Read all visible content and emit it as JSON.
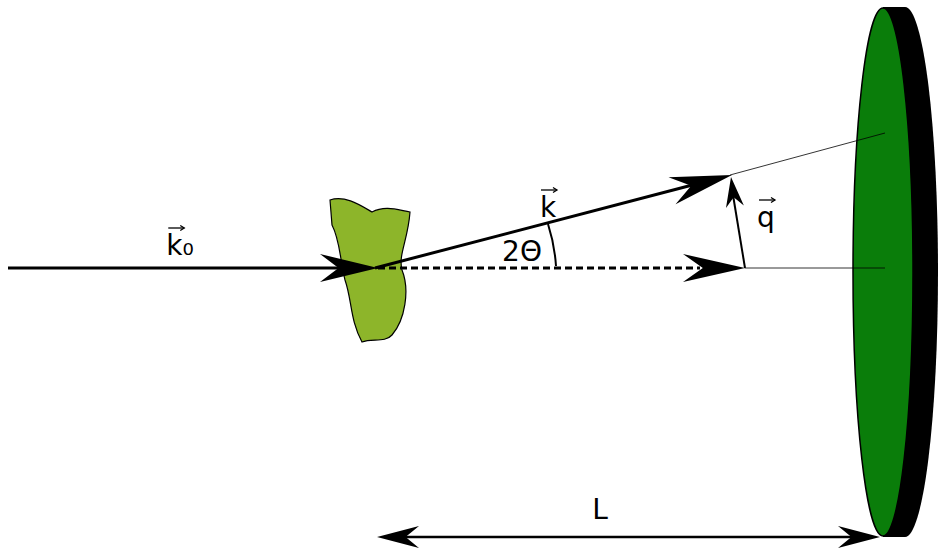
{
  "diagram": {
    "labels": [
      "k₀",
      "k",
      "2Θ",
      "q",
      "L"
    ]
  }
}
